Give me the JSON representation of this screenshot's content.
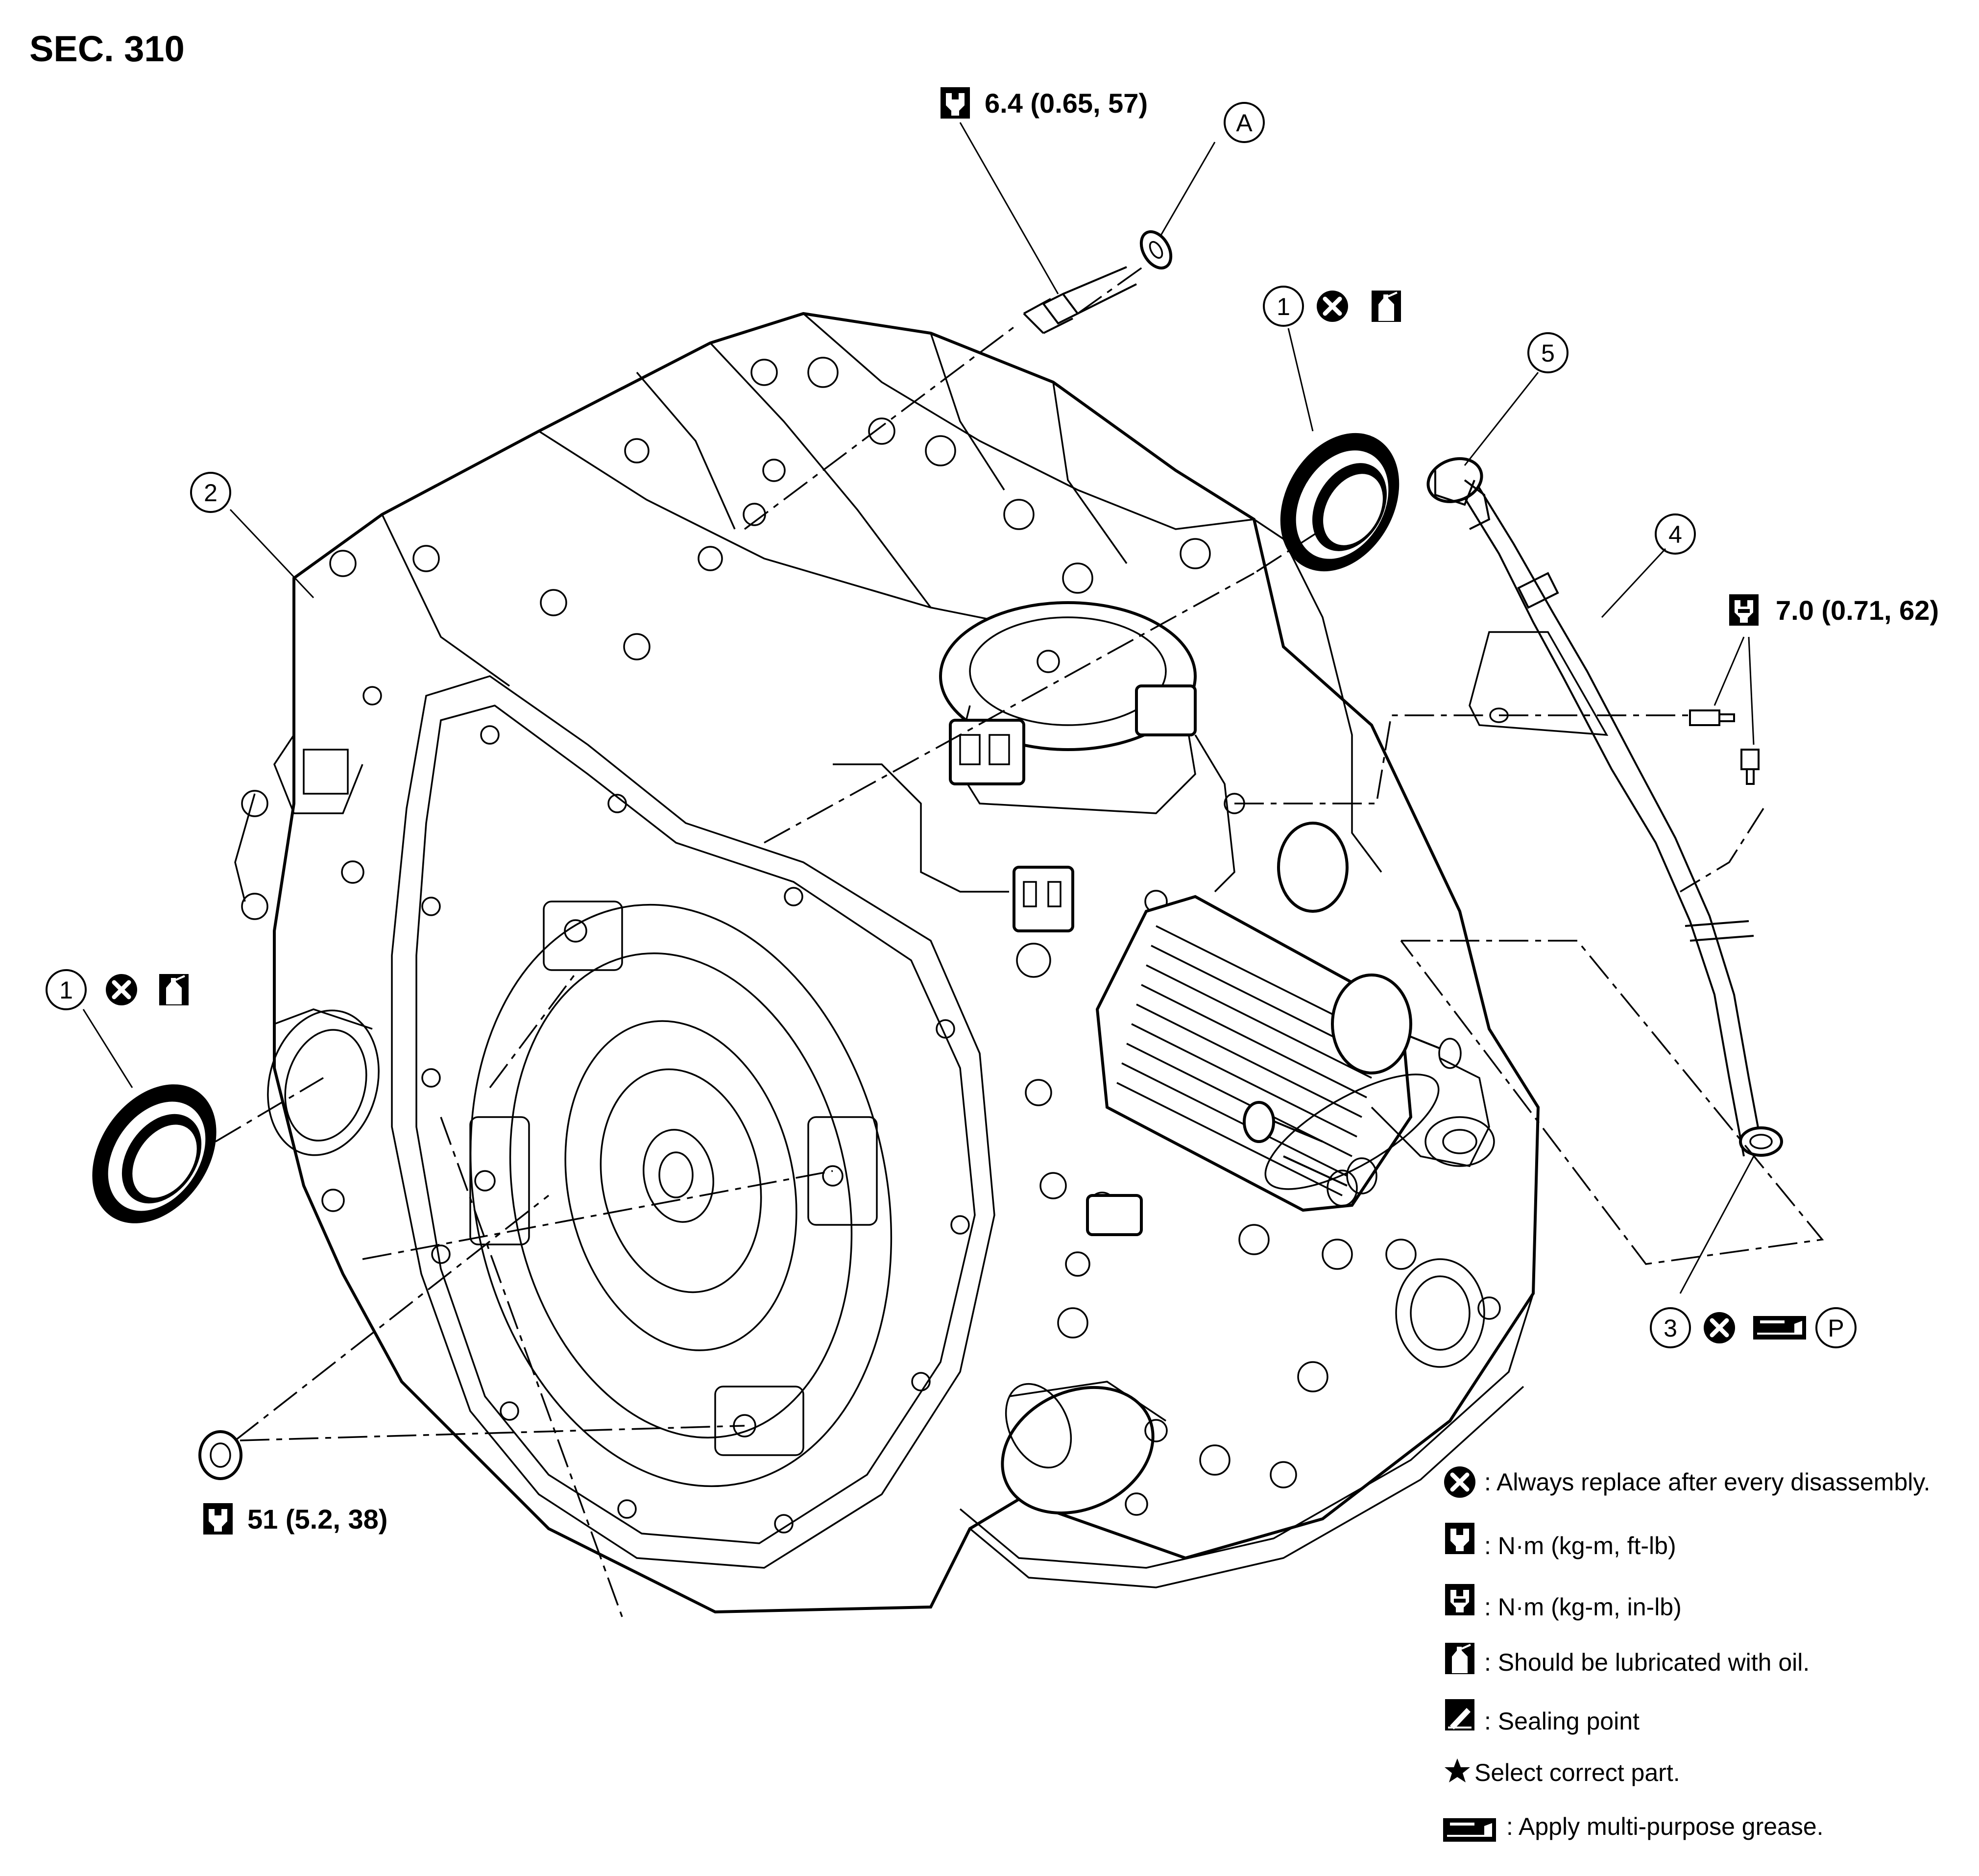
{
  "section_label": "SEC. 310",
  "torque_specs": {
    "top": "6.4 (0.65, 57)",
    "right": "7.0 (0.71, 62)",
    "bottom": "51 (5.2, 38)"
  },
  "callouts": {
    "c1_top": "1",
    "c1_left": "1",
    "c2": "2",
    "c3": "3",
    "c4": "4",
    "c5": "5",
    "cA": "A",
    "cP": "P"
  },
  "icons": {
    "replace": "x-circle-icon",
    "torque_ftlb": "wrench-socket-icon",
    "torque_inlb": "wrench-socket-dark-icon",
    "oil": "oil-can-icon",
    "sealing": "sealant-tube-icon",
    "select": "star-icon",
    "grease": "grease-gun-icon"
  },
  "legend": {
    "replace": ": Always replace after every disassembly.",
    "torque_ftlb": ": N·m (kg-m, ft-lb)",
    "torque_inlb": ": N·m (kg-m, in-lb)",
    "oil": ": Should be lubricated with oil.",
    "sealing": ": Sealing point",
    "select": "Select correct part.",
    "grease": ": Apply multi-purpose grease."
  }
}
